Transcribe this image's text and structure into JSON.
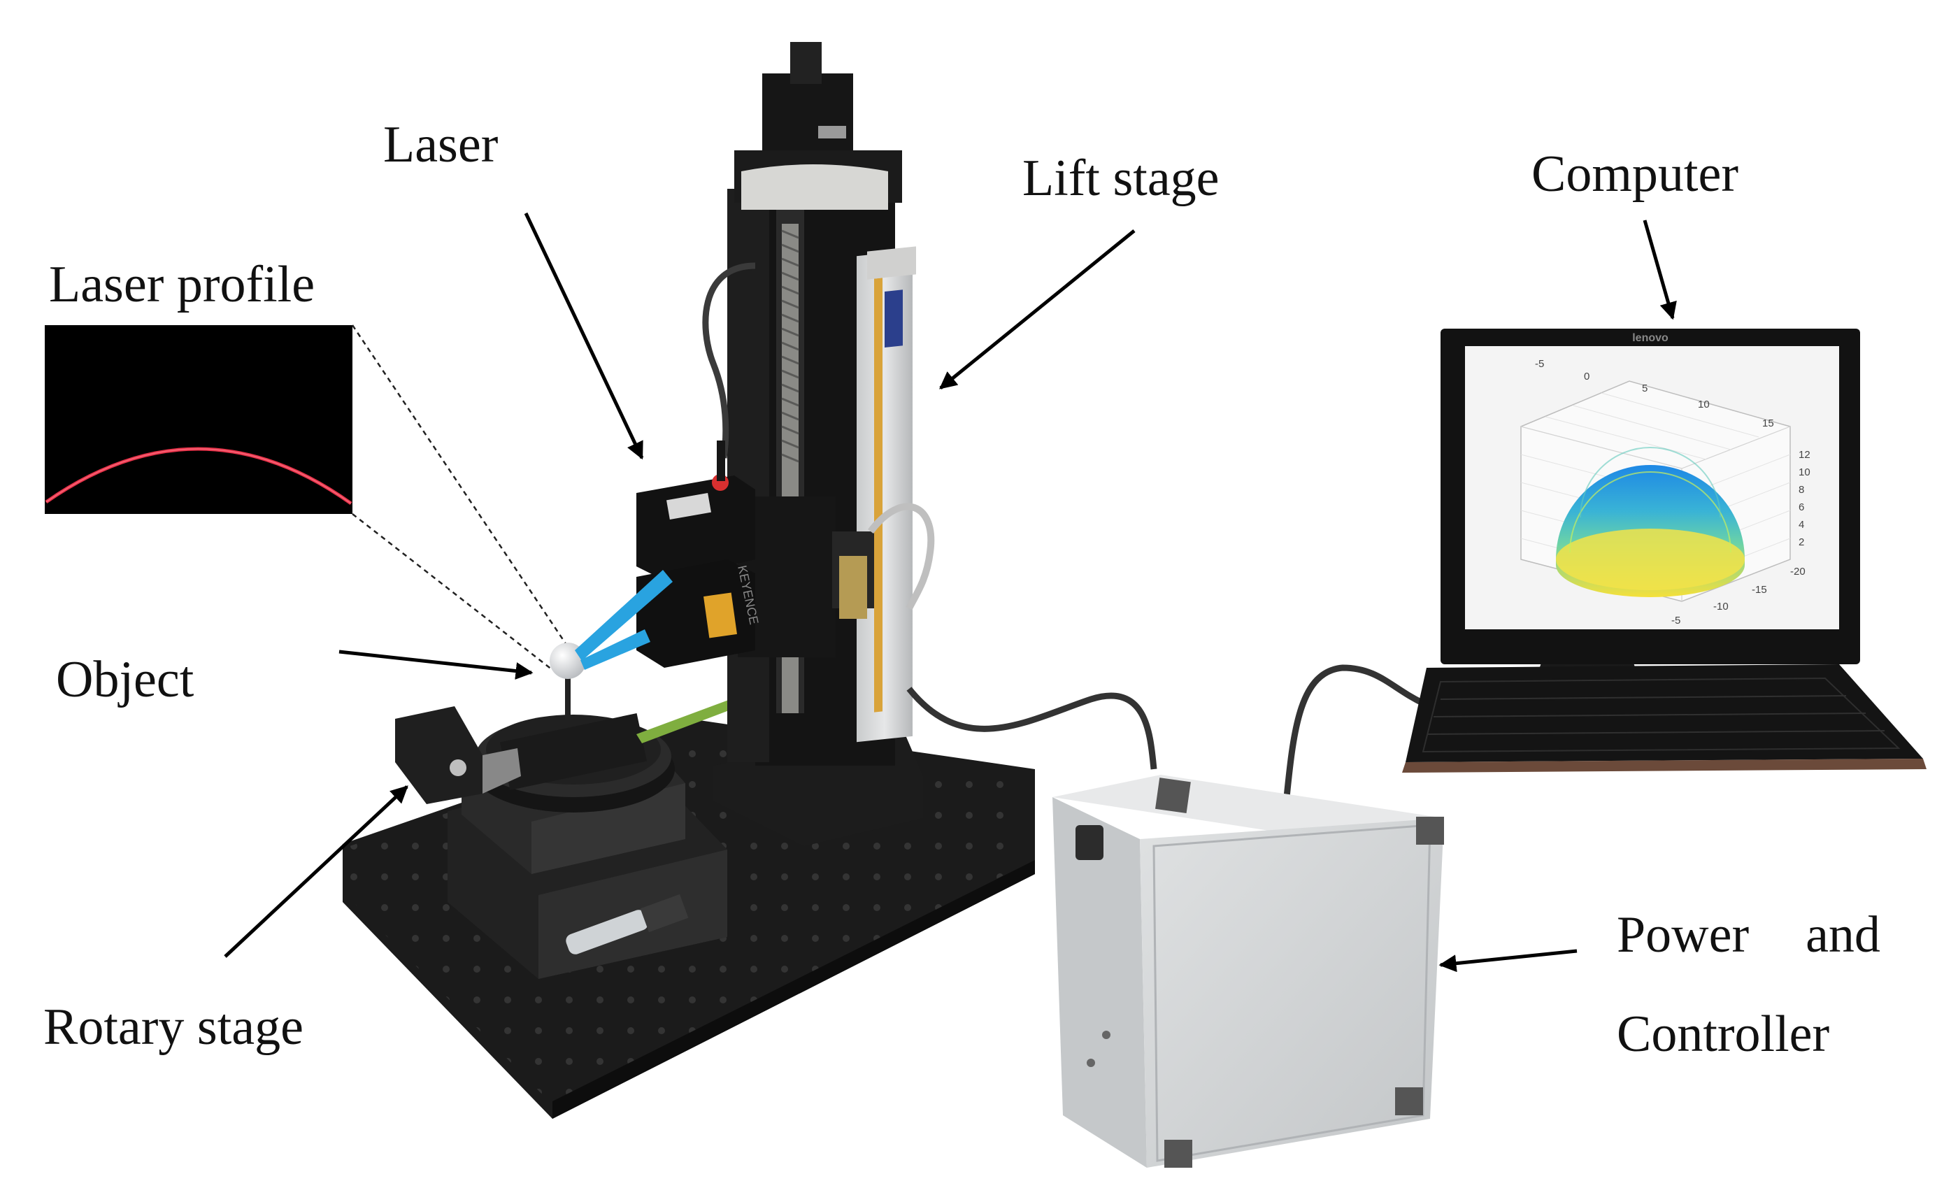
{
  "labels": {
    "laser": "Laser",
    "lift_stage": "Lift stage",
    "computer": "Computer",
    "laser_profile": "Laser profile",
    "object": "Object",
    "rotary_stage": "Rotary stage",
    "power_line1": "Power  and",
    "power_line2": "Controller"
  },
  "monitor_brand": "lenovo",
  "plot_ticks": {
    "top": [
      "-5",
      "0",
      "5",
      "10",
      "15"
    ],
    "right": [
      "12",
      "10",
      "8",
      "6",
      "4",
      "2"
    ],
    "bottom": [
      "-5",
      "-10",
      "-15",
      "-20"
    ]
  },
  "colors": {
    "laser_beam": "#29a3e0",
    "laser_profile_line": "#e8334a",
    "sphere_top": "#1e88e5",
    "sphere_mid": "#40c4a0",
    "sphere_bottom": "#f5e03a"
  }
}
